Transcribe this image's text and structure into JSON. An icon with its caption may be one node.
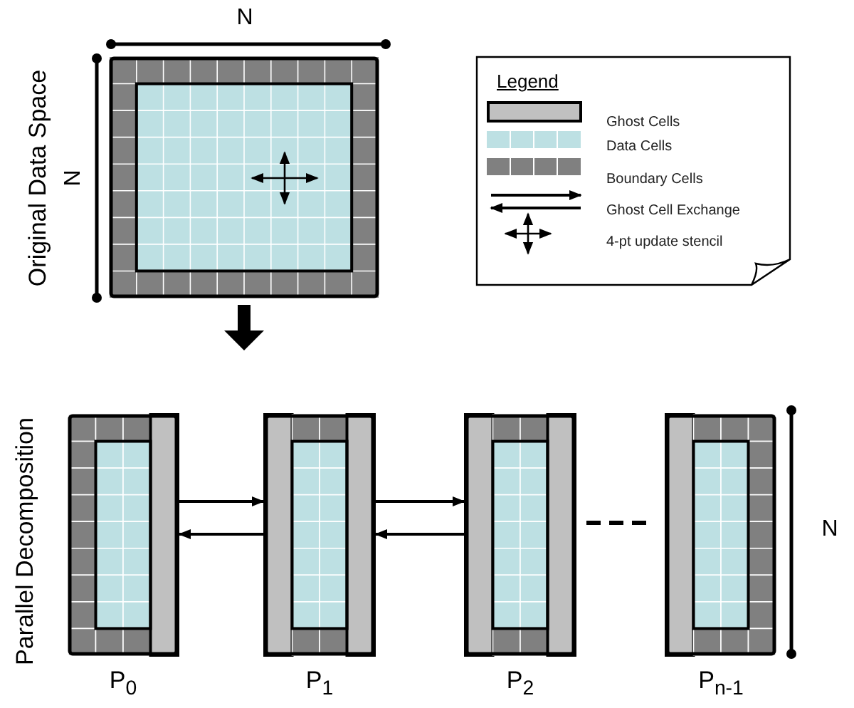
{
  "diagram": {
    "nodes": [
      {
        "text": [
          "Original Data Space"
        ]
      },
      {
        "text": [
          "Parallel Decomposition"
        ]
      },
      {
        "text": [],
        "shape": "box",
        "in": 1,
        "beside": [
          "P$_{0}$"
        ]
      },
      {
        "text": [],
        "shape": "box",
        "in": 1,
        "beside": [
          "P$_{1}$"
        ]
      },
      {
        "text": [],
        "shape": "box",
        "in": 1,
        "beside": [
          "P$_{2}$"
        ]
      },
      {
        "text": [],
        "shape": "box",
        "in": 1,
        "beside": [
          "P$_{n-1}$"
        ]
      }
    ],
    "edges": [
      {
        "from": 0,
        "to": 1,
        "arrow": "to",
        "style": "thick"
      },
      {
        "from": 2,
        "to": 3,
        "arrow": "to"
      },
      {
        "from": 3,
        "to": 2,
        "arrow": "to"
      },
      {
        "from": 3,
        "to": 4,
        "arrow": "to"
      },
      {
        "from": 4,
        "to": 3,
        "arrow": "to"
      },
      {
        "from": 4,
        "to": 5,
        "arrow": "none",
        "style": "dashed"
      }
    ],
    "labels": [
      "N",
      "Legend",
      "N",
      "N"
    ],
    "legend": [
      {
        "text": "Ghost Cells",
        "color": "#c0c0c0"
      },
      {
        "text": "Data Cells",
        "color": "#bde0e3"
      },
      {
        "text": "Boundary Cells",
        "color": "#808080"
      },
      {
        "text": "Ghost Cell Exchange"
      },
      {
        "text": "4-pt update stencil"
      }
    ]
  }
}
